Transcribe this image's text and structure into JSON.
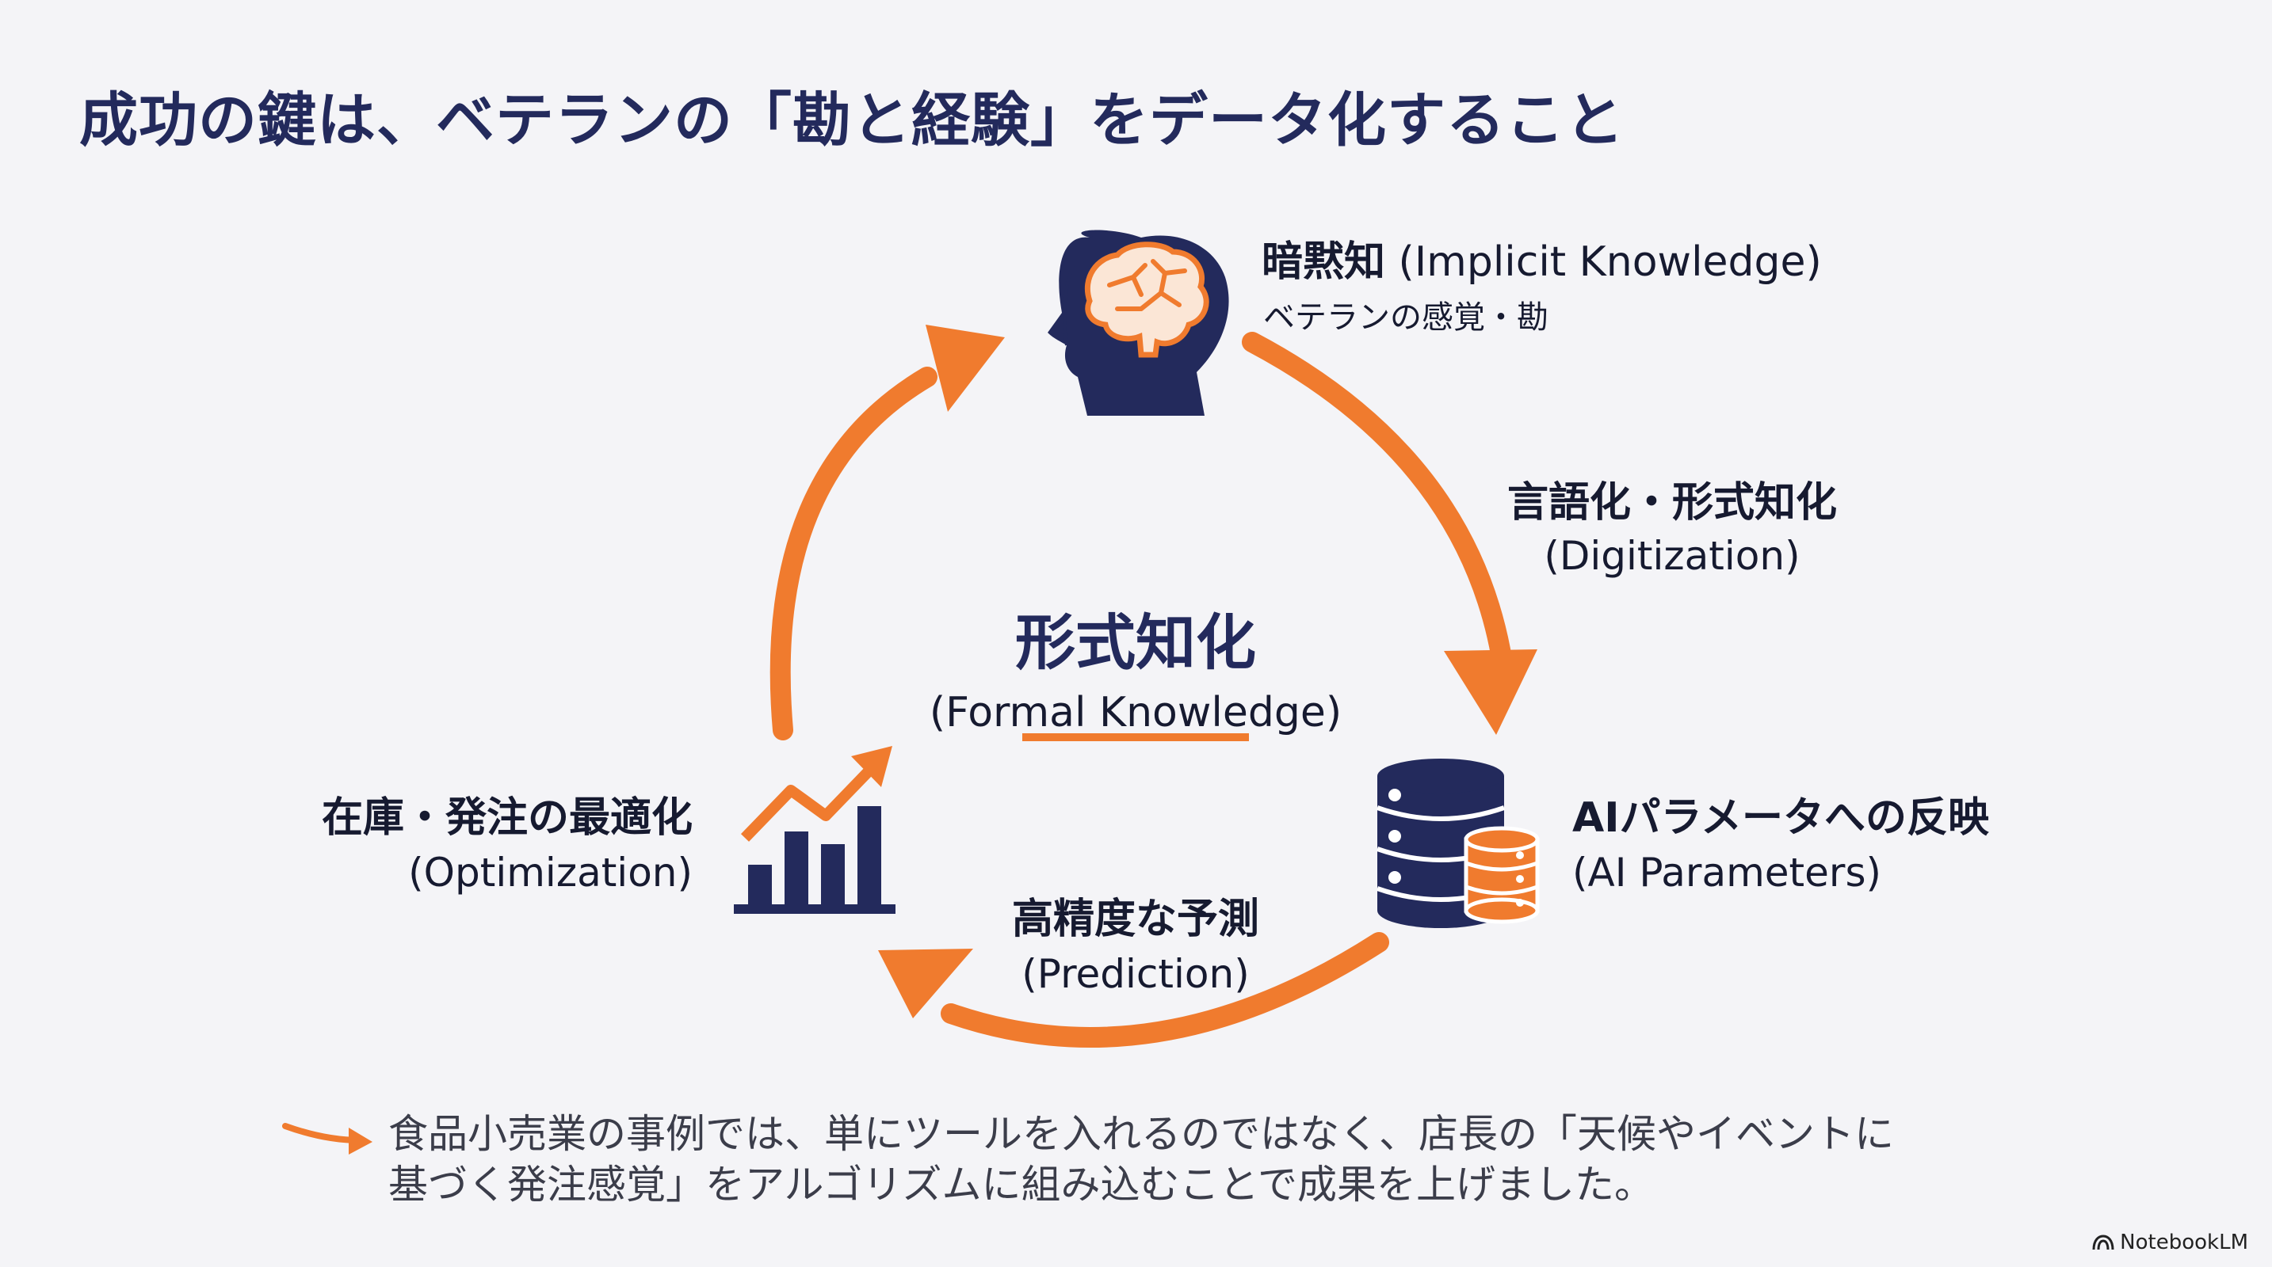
{
  "title": "成功の鍵は、ベテランの「勘と経験」をデータ化すること",
  "center": {
    "heading": "形式知化",
    "subheading": "(Formal Knowledge)"
  },
  "nodes": {
    "implicit": {
      "title_bold": "暗黙知",
      "title_en": " (Implicit Knowledge)",
      "subtitle": "ベテランの感覚・勘",
      "icon": "brain-head-icon"
    },
    "digitization": {
      "title": "言語化・形式知化",
      "subtitle": "(Digitization)"
    },
    "ai_params": {
      "title": "AIパラメータへの反映",
      "subtitle": "(AI Parameters)",
      "icon": "database-icon"
    },
    "prediction": {
      "title": "高精度な予測",
      "subtitle": "(Prediction)"
    },
    "optimization": {
      "title": "在庫・発注の最適化",
      "subtitle": "(Optimization)",
      "icon": "bar-chart-growth-icon"
    }
  },
  "footer": {
    "line1": "食品小売業の事例では、単にツールを入れるのではなく、店長の「天候やイベントに",
    "line2": "基づく発注感覚」をアルゴリズムに組み込むことで成果を上げました。",
    "icon": "orange-arrow-icon"
  },
  "brand": {
    "label": "NotebookLM",
    "icon": "notebooklm-logo-icon"
  },
  "colors": {
    "navy": "#232a5c",
    "orange": "#f07b2e",
    "background": "#f4f4f7"
  }
}
